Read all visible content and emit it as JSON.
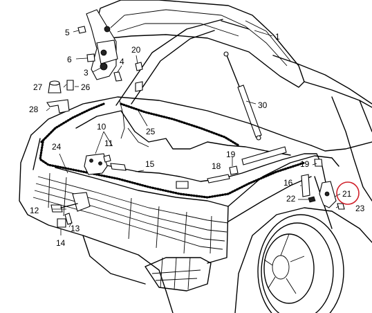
{
  "callouts": {
    "c1": "1",
    "c3": "3",
    "c4": "4",
    "c5": "5",
    "c6": "6",
    "c10": "10",
    "c11": "11",
    "c12": "12",
    "c13": "13",
    "c14": "14",
    "c15": "15",
    "c16": "16",
    "c18": "18",
    "c19a": "19",
    "c19b": "19",
    "c20": "20",
    "c21": "21",
    "c22": "22",
    "c23": "23",
    "c24": "24",
    "c25": "25",
    "c26": "26",
    "c27": "27",
    "c28": "28",
    "c30": "30"
  },
  "highlight": {
    "part": "21",
    "color": "#d0202a"
  }
}
